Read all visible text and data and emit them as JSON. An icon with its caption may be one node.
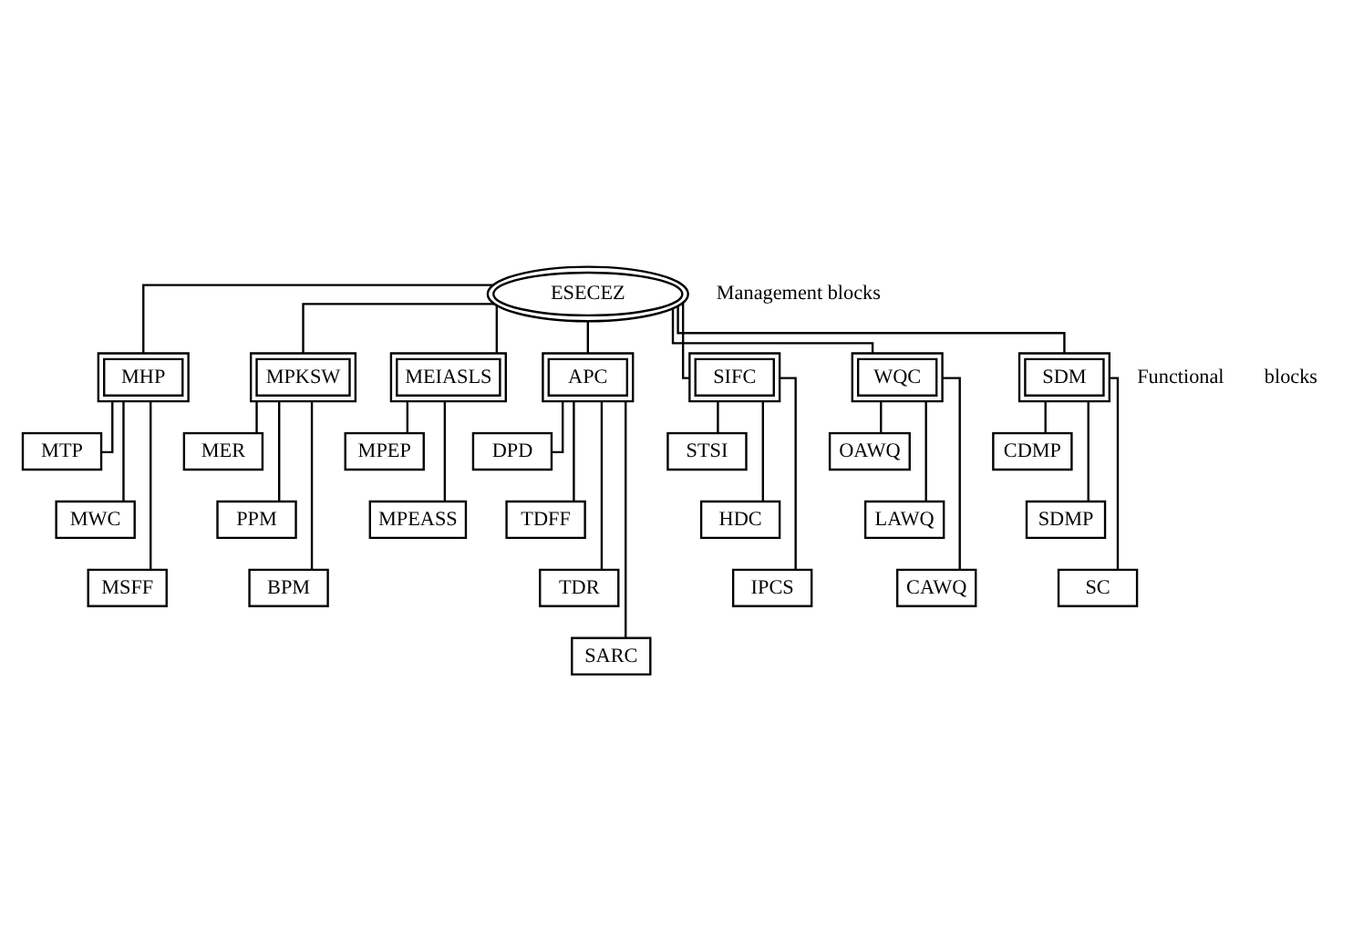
{
  "diagram": {
    "nodes": [
      {
        "text": [
          "ESECEZ"
        ]
      },
      {
        "text": [
          "MHP"
        ]
      },
      {
        "text": [
          "MPKSW"
        ]
      },
      {
        "text": [
          "MEIASLS"
        ]
      },
      {
        "text": [
          "APC"
        ]
      },
      {
        "text": [
          "SIFC"
        ]
      },
      {
        "text": [
          "WQC"
        ]
      },
      {
        "text": [
          "SDM"
        ]
      },
      {
        "text": [
          "MTP"
        ]
      },
      {
        "text": [
          "MWC"
        ]
      },
      {
        "text": [
          "MSFF"
        ]
      },
      {
        "text": [
          "MER"
        ]
      },
      {
        "text": [
          "PPM"
        ]
      },
      {
        "text": [
          "BPM"
        ]
      },
      {
        "text": [
          "MPEP"
        ]
      },
      {
        "text": [
          "MPEASS"
        ]
      },
      {
        "text": [
          "DPD"
        ]
      },
      {
        "text": [
          "TDFF"
        ]
      },
      {
        "text": [
          "TDR"
        ]
      },
      {
        "text": [
          "SARC"
        ]
      },
      {
        "text": [
          "STSI"
        ]
      },
      {
        "text": [
          "HDC"
        ]
      },
      {
        "text": [
          "IPCS"
        ]
      },
      {
        "text": [
          "OAWQ"
        ]
      },
      {
        "text": [
          "LAWQ"
        ]
      },
      {
        "text": [
          "CAWQ"
        ]
      },
      {
        "text": [
          "CDMP"
        ]
      },
      {
        "text": [
          "SDMP"
        ]
      },
      {
        "text": [
          "SC"
        ]
      }
    ],
    "edges": [
      {
        "from": 0,
        "to": 1,
        "arrow": "none"
      },
      {
        "from": 0,
        "to": 2,
        "arrow": "none"
      },
      {
        "from": 0,
        "to": 3,
        "arrow": "none"
      },
      {
        "from": 0,
        "to": 4,
        "arrow": "none"
      },
      {
        "from": 0,
        "to": 5,
        "arrow": "none"
      },
      {
        "from": 0,
        "to": 6,
        "arrow": "none"
      },
      {
        "from": 0,
        "to": 7,
        "arrow": "none"
      },
      {
        "from": 1,
        "to": 8,
        "arrow": "none"
      },
      {
        "from": 1,
        "to": 9,
        "arrow": "none"
      },
      {
        "from": 1,
        "to": 10,
        "arrow": "none"
      },
      {
        "from": 2,
        "to": 11,
        "arrow": "none"
      },
      {
        "from": 2,
        "to": 12,
        "arrow": "none"
      },
      {
        "from": 2,
        "to": 13,
        "arrow": "none"
      },
      {
        "from": 3,
        "to": 14,
        "arrow": "none"
      },
      {
        "from": 3,
        "to": 15,
        "arrow": "none"
      },
      {
        "from": 4,
        "to": 16,
        "arrow": "none"
      },
      {
        "from": 4,
        "to": 17,
        "arrow": "none"
      },
      {
        "from": 4,
        "to": 18,
        "arrow": "none"
      },
      {
        "from": 4,
        "to": 19,
        "arrow": "none"
      },
      {
        "from": 5,
        "to": 20,
        "arrow": "none"
      },
      {
        "from": 5,
        "to": 21,
        "arrow": "none"
      },
      {
        "from": 5,
        "to": 22,
        "arrow": "none"
      },
      {
        "from": 6,
        "to": 23,
        "arrow": "none"
      },
      {
        "from": 6,
        "to": 24,
        "arrow": "none"
      },
      {
        "from": 6,
        "to": 25,
        "arrow": "none"
      },
      {
        "from": 7,
        "to": 26,
        "arrow": "none"
      },
      {
        "from": 7,
        "to": 27,
        "arrow": "none"
      },
      {
        "from": 7,
        "to": 28,
        "arrow": "none"
      }
    ],
    "labels": [
      "Management blocks",
      "Functional",
      "blocks"
    ]
  }
}
